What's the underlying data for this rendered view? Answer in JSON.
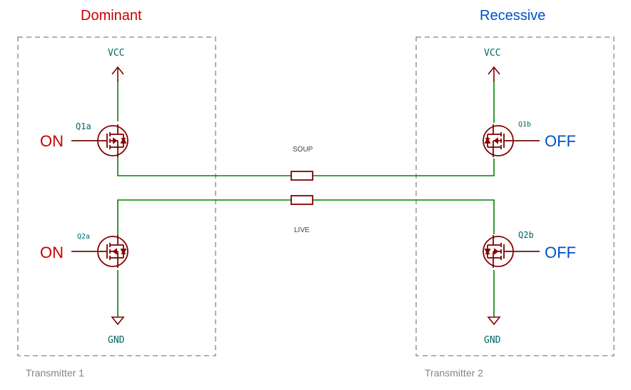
{
  "headings": {
    "left": "Dominant",
    "right": "Recessive"
  },
  "box_labels": {
    "left": "Transmitter 1",
    "right": "Transmitter 2"
  },
  "power": {
    "vcc_left": "VCC",
    "vcc_right": "VCC",
    "gnd_left": "GND",
    "gnd_right": "GND"
  },
  "transistors": {
    "q1a": "Q1a",
    "q2a": "Q2a",
    "q1b": "Q1b",
    "q2b": "Q2b"
  },
  "states": {
    "q1a": "ON",
    "q2a": "ON",
    "q1b": "OFF",
    "q2b": "OFF"
  },
  "nets": {
    "top": "SOUP",
    "bottom": "LIVE"
  },
  "colors": {
    "wire": "#008400",
    "component": "#840000",
    "label_teal": "#006666",
    "dominant": "#c80000",
    "recessive": "#0050c8",
    "box": "#848484"
  }
}
